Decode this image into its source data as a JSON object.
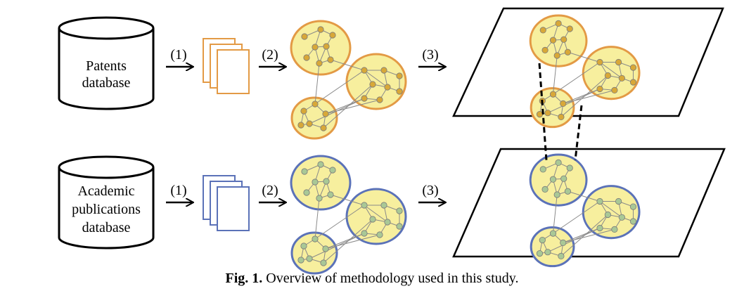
{
  "rows": [
    {
      "id": "patents",
      "database_label_lines": [
        "Patents",
        "database"
      ],
      "steps": [
        "(1)",
        "(2)",
        "(3)"
      ],
      "accent": "#E39A45",
      "node_color": "#D8A838"
    },
    {
      "id": "academic",
      "database_label_lines": [
        "Academic",
        "publications",
        "database"
      ],
      "steps": [
        "(1)",
        "(2)",
        "(3)"
      ],
      "accent": "#5B72B8",
      "node_color": "#A9C896"
    }
  ],
  "cluster_fill": "#F7EF9E",
  "caption": {
    "label": "Fig. 1.",
    "text": "Overview of methodology used in this study."
  }
}
